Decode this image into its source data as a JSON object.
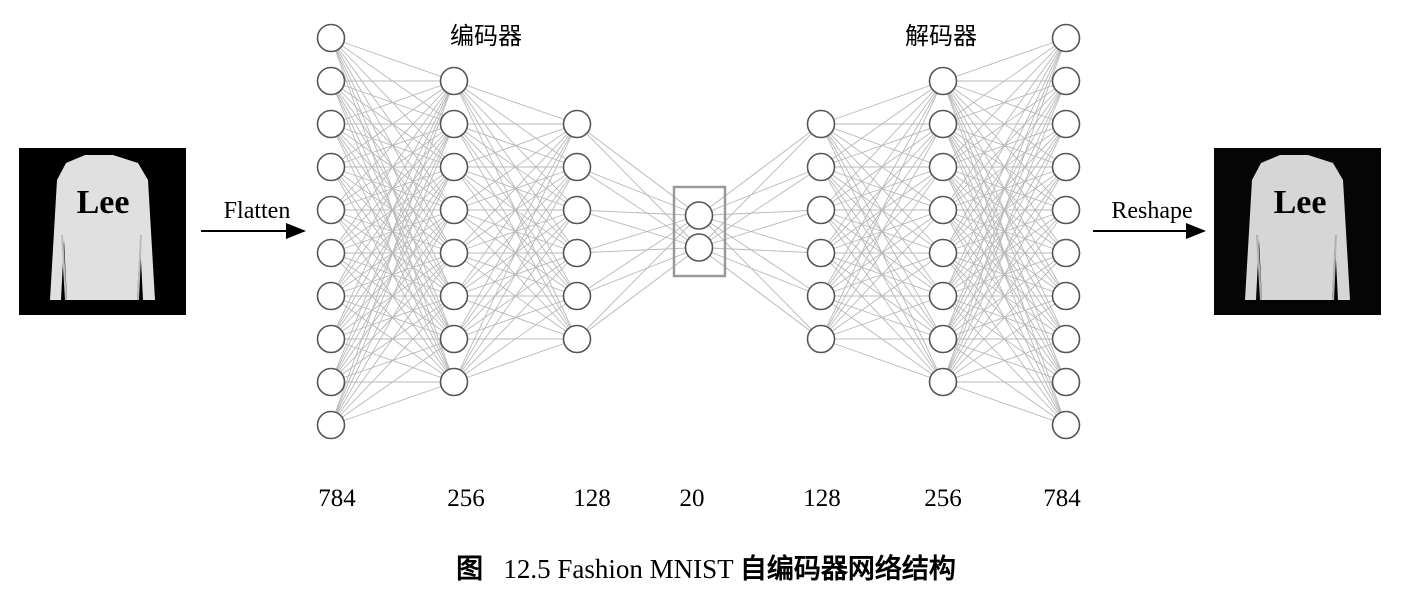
{
  "encoder_label": "编码器",
  "decoder_label": "解码器",
  "flatten_label": "Flatten",
  "reshape_label": "Reshape",
  "layers": [
    {
      "size_label": "784"
    },
    {
      "size_label": "256"
    },
    {
      "size_label": "128"
    },
    {
      "size_label": "20"
    },
    {
      "size_label": "128"
    },
    {
      "size_label": "256"
    },
    {
      "size_label": "784"
    }
  ],
  "input_image_text": "Lee",
  "output_image_text": "Lee",
  "caption": {
    "prefix": "图",
    "number": "12.5 Fashion MNIST",
    "title": "自编码器网络结构"
  },
  "colors": {
    "edge": "#b8b8b8",
    "node_stroke": "#555555",
    "bottleneck_box": "#999999"
  }
}
